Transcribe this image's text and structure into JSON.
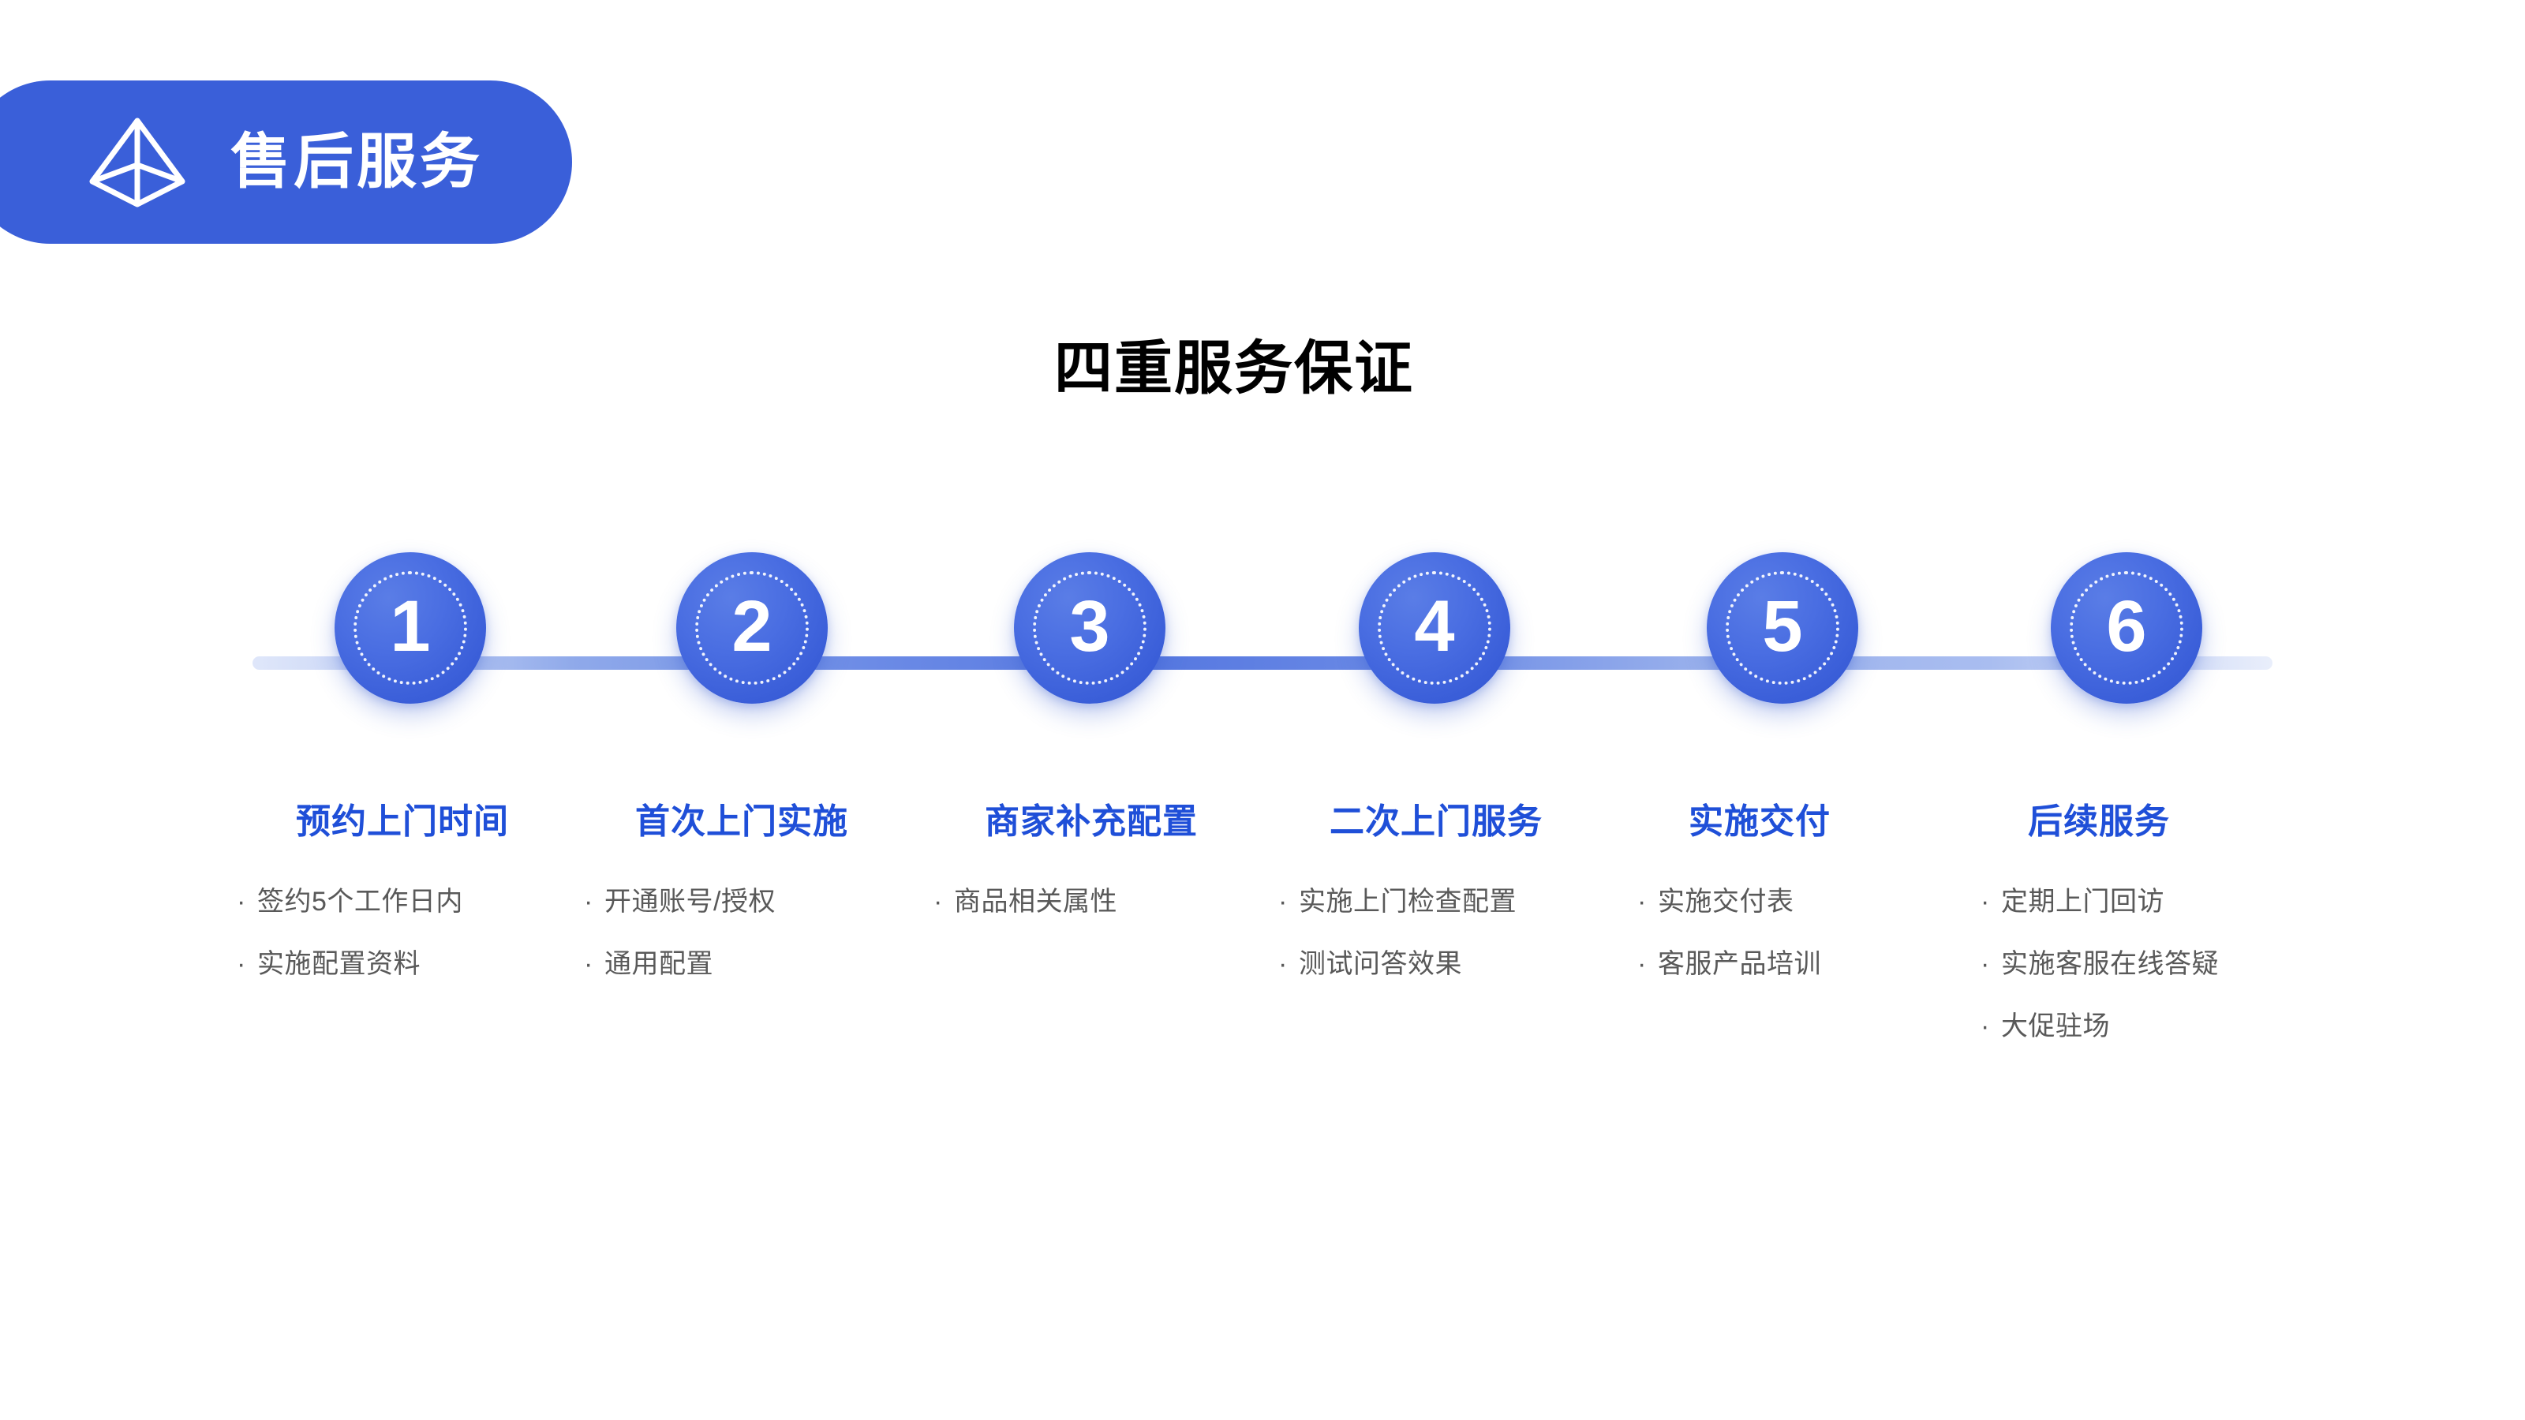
{
  "header": {
    "badge_label": "售后服务",
    "logo_icon": "pyramid-wireframe-icon",
    "badge_color": "#3a5fd9",
    "badge_text_color": "#ffffff"
  },
  "page": {
    "title": "四重服务保证",
    "title_color": "#000000",
    "background": "#ffffff"
  },
  "timeline": {
    "rail_color": "#5577e0",
    "node_color": "#3b5fd9",
    "node_text_color": "#ffffff",
    "nodes": [
      {
        "number": "1"
      },
      {
        "number": "2"
      },
      {
        "number": "3"
      },
      {
        "number": "4"
      },
      {
        "number": "5"
      },
      {
        "number": "6"
      }
    ]
  },
  "columns": [
    {
      "heading": "预约上门时间",
      "heading_color": "#1f4fd8",
      "items": [
        "签约5个工作日内",
        "实施配置资料"
      ]
    },
    {
      "heading": "首次上门实施",
      "heading_color": "#1f4fd8",
      "items": [
        "开通账号/授权",
        "通用配置"
      ]
    },
    {
      "heading": "商家补充配置",
      "heading_color": "#1f4fd8",
      "items": [
        "商品相关属性"
      ]
    },
    {
      "heading": "二次上门服务",
      "heading_color": "#1f4fd8",
      "items": [
        "实施上门检查配置",
        "测试问答效果"
      ]
    },
    {
      "heading": "实施交付",
      "heading_color": "#1f4fd8",
      "items": [
        "实施交付表",
        "客服产品培训"
      ]
    },
    {
      "heading": "后续服务",
      "heading_color": "#1f4fd8",
      "items": [
        "定期上门回访",
        "实施客服在线答疑",
        "大促驻场"
      ]
    }
  ],
  "bullet_glyph": "·"
}
